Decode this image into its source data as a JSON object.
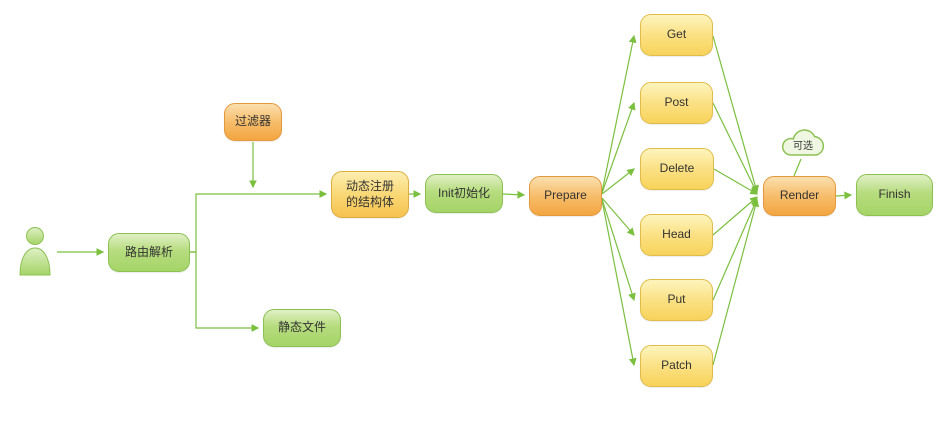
{
  "diagram": {
    "nodes": {
      "route": {
        "label": "路由解析"
      },
      "filter": {
        "label": "过滤器"
      },
      "static_files": {
        "label": "静态文件"
      },
      "dynamic_struct": {
        "label": "动态注册\n的结构体"
      },
      "init": {
        "label": "Init初始化"
      },
      "prepare": {
        "label": "Prepare"
      },
      "render": {
        "label": "Render"
      },
      "finish": {
        "label": "Finish"
      },
      "optional_note": {
        "label": "可选"
      }
    },
    "methods": [
      {
        "label": "Get"
      },
      {
        "label": "Post"
      },
      {
        "label": "Delete"
      },
      {
        "label": "Head"
      },
      {
        "label": "Put"
      },
      {
        "label": "Patch"
      }
    ],
    "colors": {
      "connector": "#7bbf3f",
      "green_border": "#8cc152",
      "green_fill": "#a5d468",
      "orange_border": "#e2993c",
      "orange_fill": "#f3a540",
      "yellow_border": "#e0bd4a",
      "yellow_fill": "#f8d35b",
      "cloud_fill": "#eff7e2"
    }
  }
}
